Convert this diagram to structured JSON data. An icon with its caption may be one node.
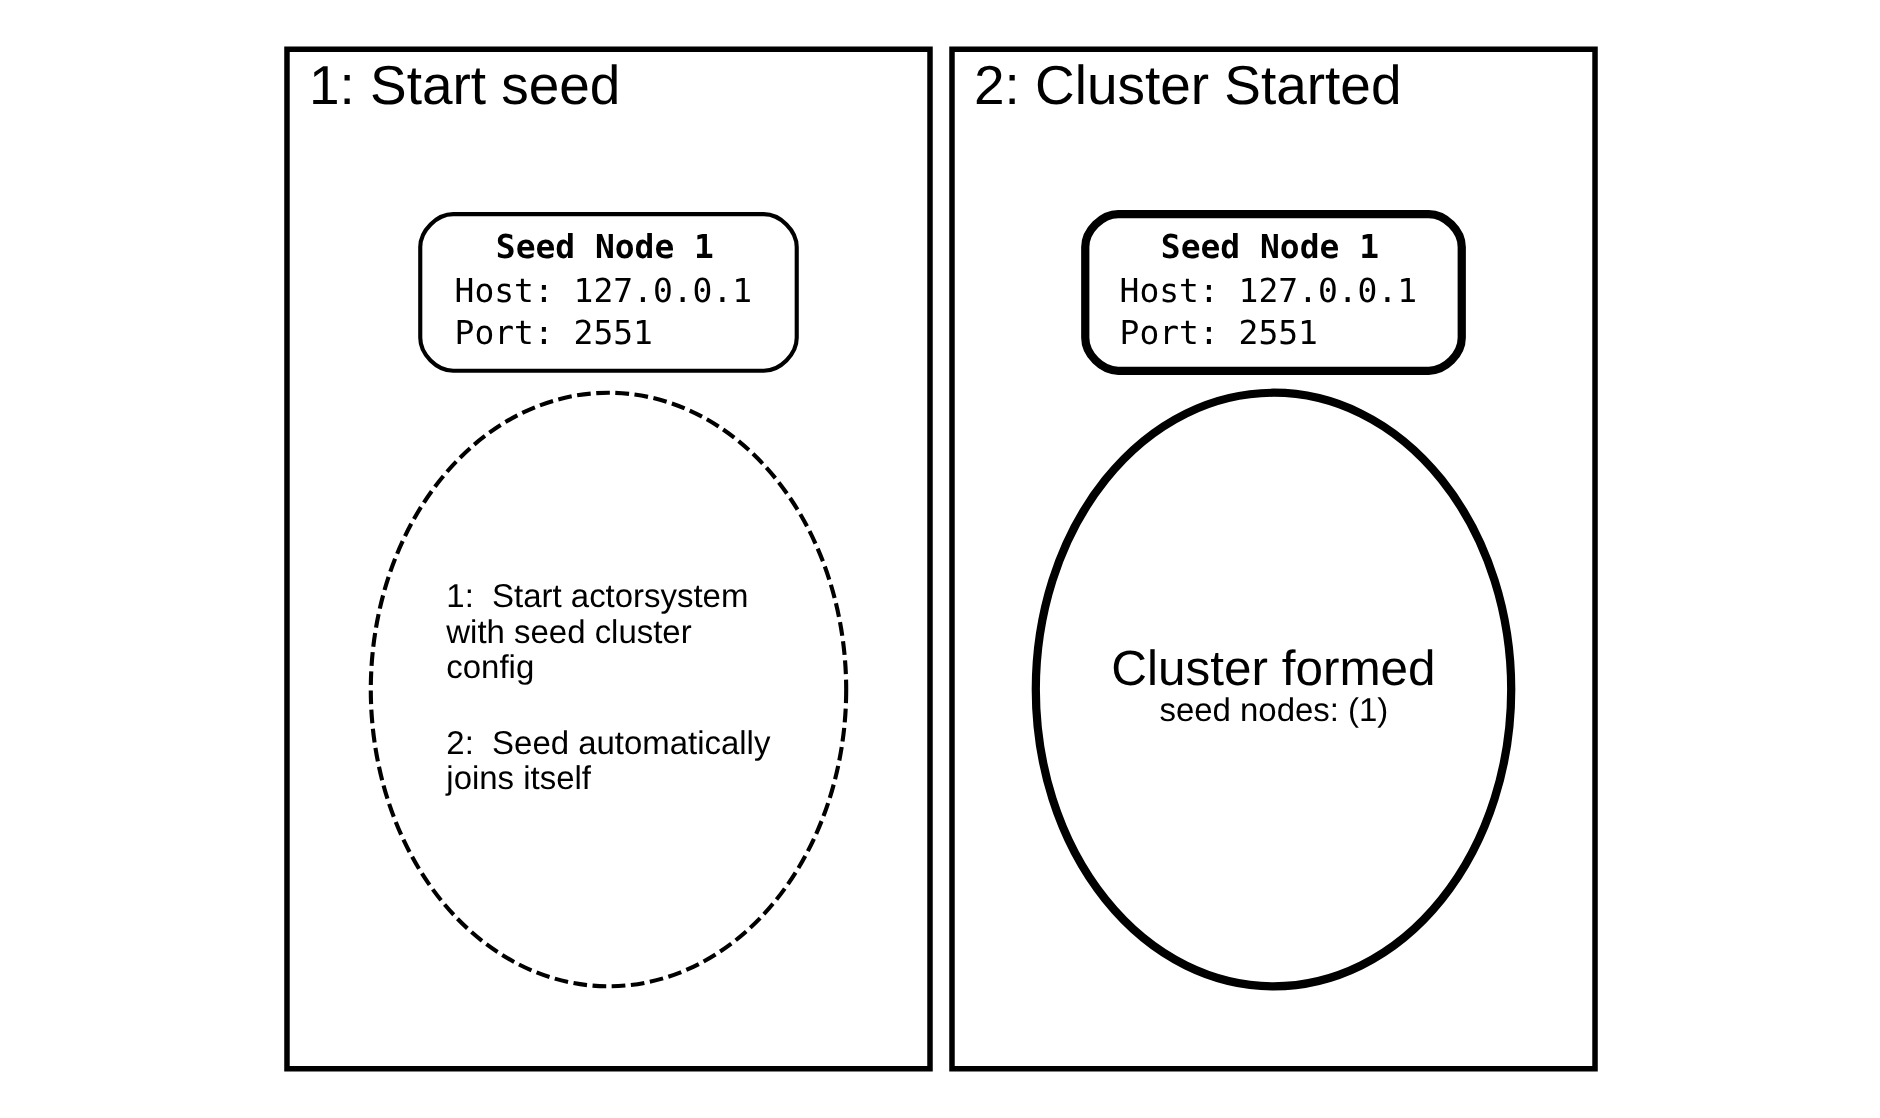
{
  "diagram": {
    "nodes": [
      {
        "text": [
          "1: Start seed"
        ]
      },
      {
        "text": [
          "Seed Node 1",
          "Host: 127.0.0.1",
          "Port: 2551"
        ],
        "in": 0
      },
      {
        "text": [
          "1:  Start actorsystem with seed cluster config",
          "2:  Seed automatically joins itself"
        ],
        "in": 0
      },
      {
        "text": [
          "2: Cluster Started"
        ]
      },
      {
        "text": [
          "Seed Node 1",
          "Host: 127.0.0.1",
          "Port: 2551"
        ],
        "in": 3
      },
      {
        "text": [
          "Cluster formed",
          "seed nodes: (1)"
        ],
        "in": 3
      }
    ]
  }
}
